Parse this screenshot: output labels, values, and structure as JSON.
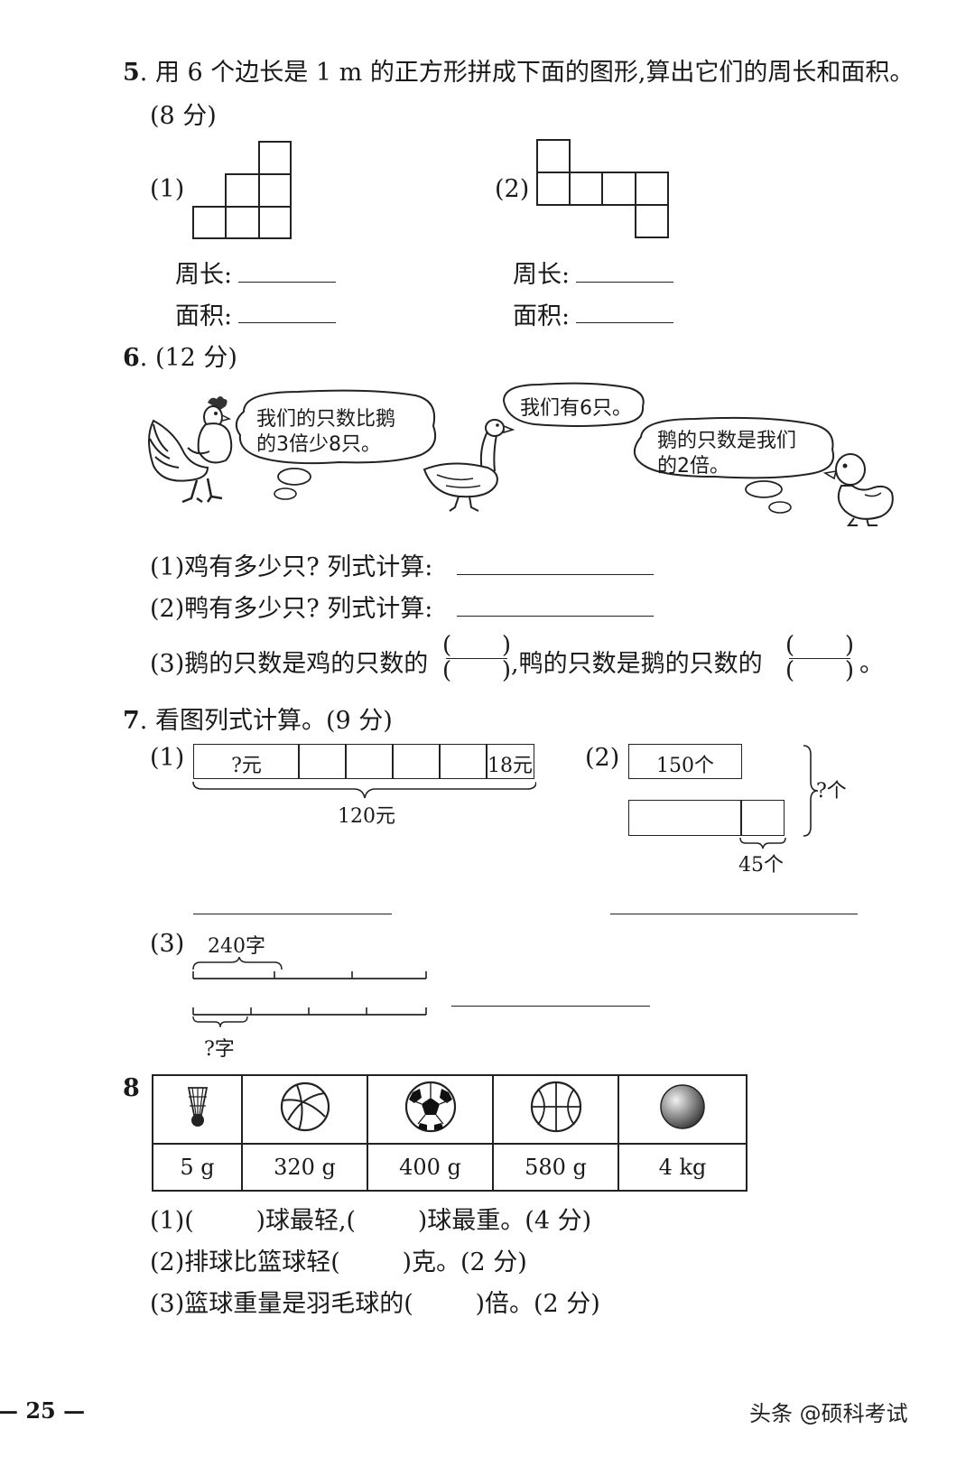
{
  "q5": {
    "number": "5",
    "text": ". 用 6 个边长是 1 m 的正方形拼成下面的图形,算出它们的周长和面积。",
    "points": "(8 分)",
    "fig1_label": "(1)",
    "fig2_label": "(2)",
    "perimeter_label": "周长:",
    "area_label": "面积:"
  },
  "q6": {
    "number": "6",
    "points": ". (12 分)",
    "bubble_rooster_line1": "我们的只数比鹅",
    "bubble_rooster_line2": "的3倍少8只。",
    "bubble_goose": "我们有6只。",
    "bubble_duck_line1": "鹅的只数是我们",
    "bubble_duck_line2": "的2倍。",
    "sub1": "(1)鸡有多少只? 列式计算:",
    "sub2": "(2)鸭有多少只? 列式计算:",
    "sub3_a": "(3)鹅的只数是鸡的只数的",
    "sub3_b": ",鸭的只数是鹅的只数的",
    "sub3_end": "。",
    "paren_open": "(",
    "paren_close": ")"
  },
  "q7": {
    "number": "7",
    "text": ". 看图列式计算。(9 分)",
    "fig1_label": "(1)",
    "fig1_first": "?元",
    "fig1_last": "18元",
    "fig1_total": "120元",
    "fig2_label": "(2)",
    "fig2_top": "150个",
    "fig2_question": "?个",
    "fig2_extra": "45个",
    "fig3_label": "(3)",
    "fig3_top": "240字",
    "fig3_bottom": "?字"
  },
  "q8": {
    "number": "8",
    "weights": [
      "5 g",
      "320 g",
      "400 g",
      "580 g",
      "4 kg"
    ],
    "icons": [
      "shuttlecock-icon",
      "volleyball-icon",
      "soccer-ball-icon",
      "basketball-icon",
      "shot-put-icon"
    ],
    "sub1": "(1)(        )球最轻,(        )球最重。(4 分)",
    "sub2": "(2)排球比篮球轻(        )克。(2 分)",
    "sub3": "(3)篮球重量是羽毛球的(        )倍。(2 分)"
  },
  "footer": {
    "page": "— 25 —",
    "watermark": "头条 @硕科考试"
  }
}
